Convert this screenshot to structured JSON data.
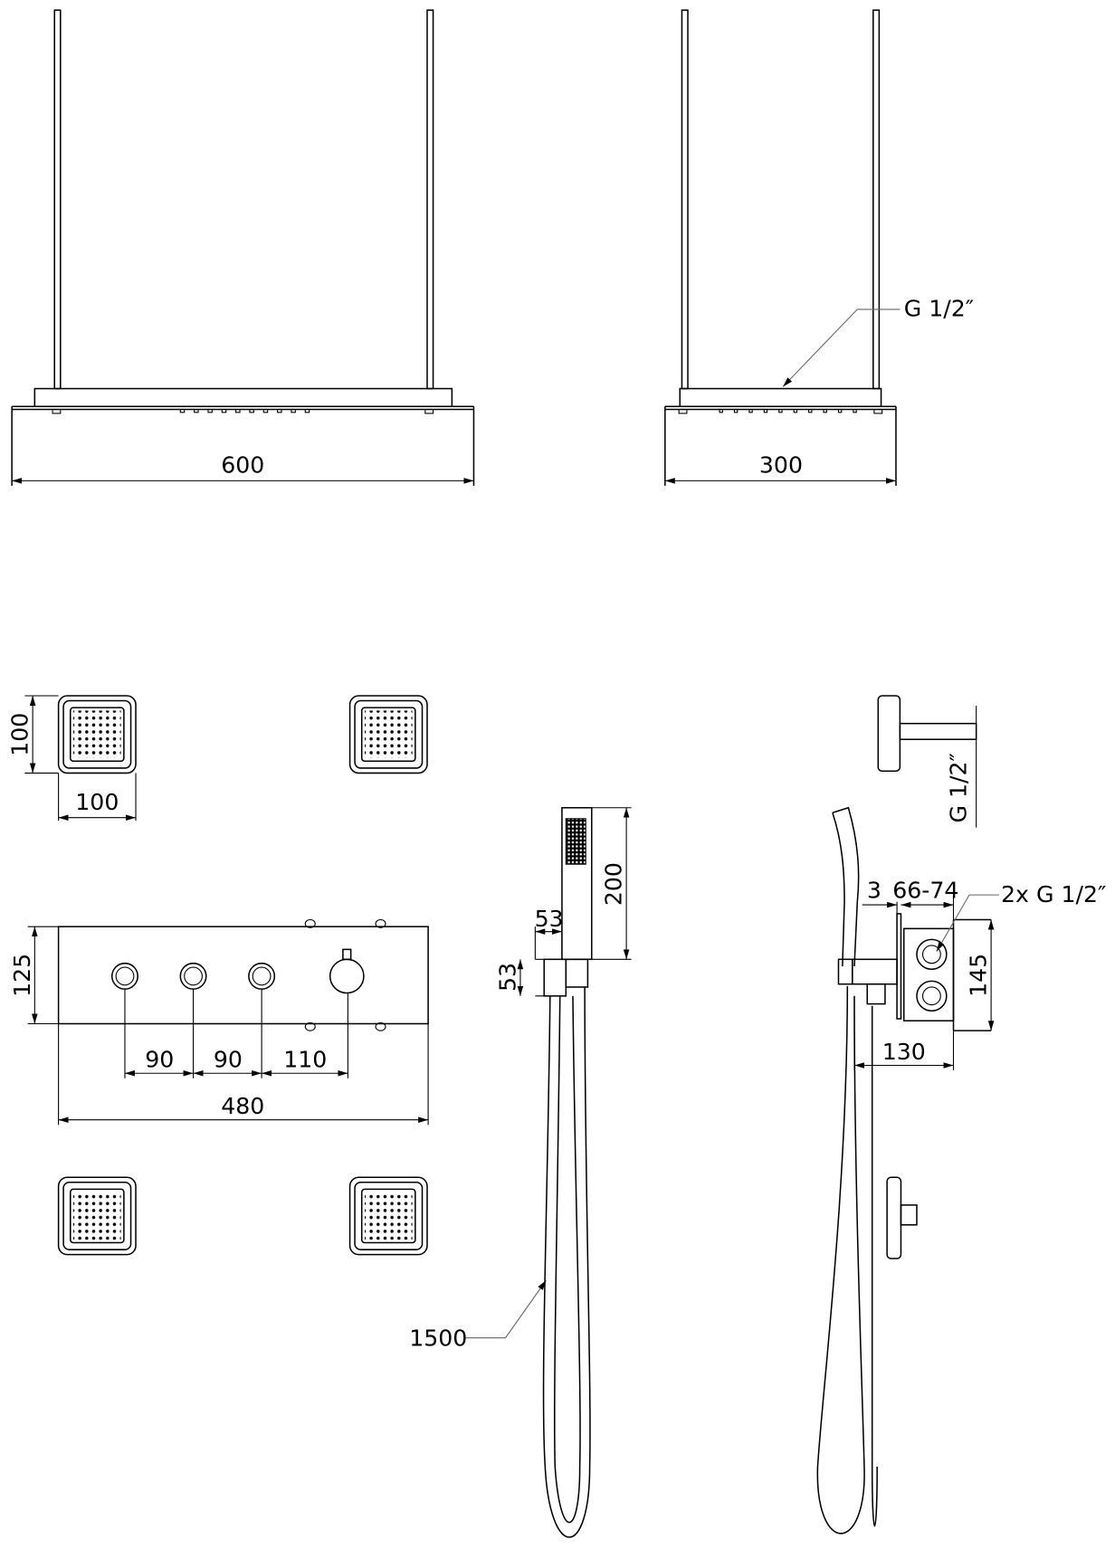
{
  "drawing": {
    "overhead_front": {
      "width_label": "600"
    },
    "overhead_side": {
      "width_label": "300",
      "connection_label": "G 1/2″"
    },
    "body_jet": {
      "height_label": "100",
      "width_label": "100"
    },
    "thermostat": {
      "height_label": "125",
      "spacing_1": "90",
      "spacing_2": "90",
      "spacing_3": "110",
      "width_label": "480"
    },
    "hand_shower": {
      "height_label": "200",
      "holder_width": "53",
      "holder_height": "53",
      "hose_length": "1500"
    },
    "side_view": {
      "jet_connection": "G 1/2″",
      "plate_label": "3",
      "depth_range": "66-74",
      "connections_label": "2x G 1/2″",
      "box_height": "145",
      "box_depth": "130"
    }
  }
}
